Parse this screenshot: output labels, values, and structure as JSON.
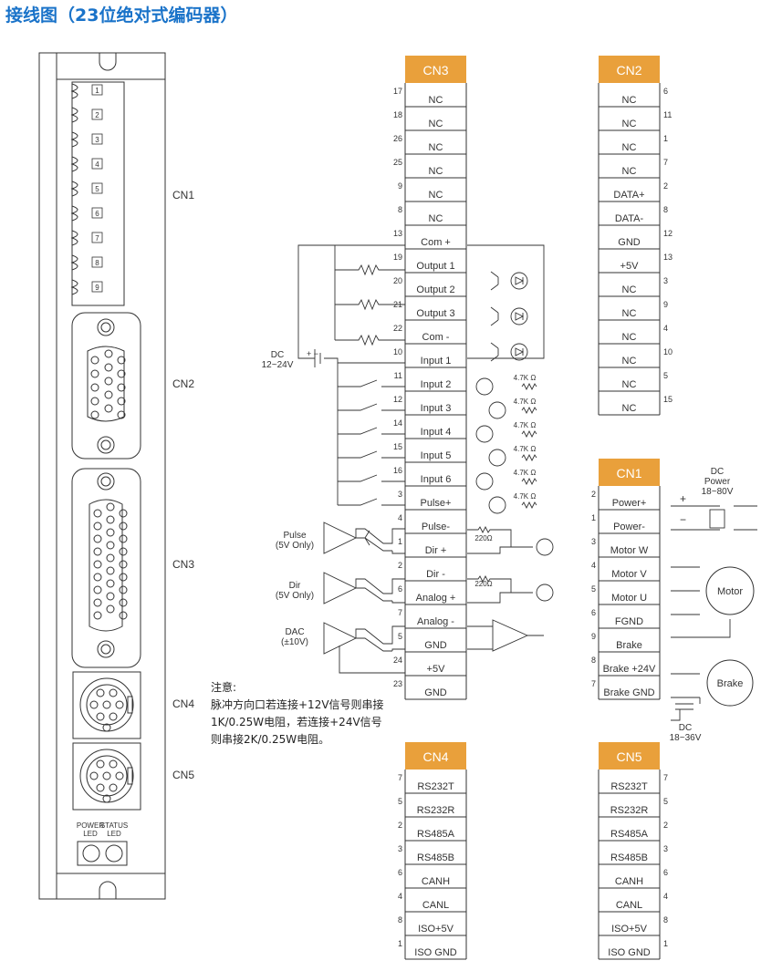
{
  "title": "接线图（23位绝对式编码器）",
  "colors": {
    "header": "#e9a03b",
    "line": "#333333",
    "title": "#1a73c9"
  },
  "device": {
    "terminal_numbers": [
      "1",
      "2",
      "3",
      "4",
      "5",
      "6",
      "7",
      "8",
      "9"
    ],
    "connector_labels": [
      "CN1",
      "CN2",
      "CN3",
      "CN4",
      "CN5"
    ],
    "led_labels": [
      "POWER\nLED",
      "STATUS\nLED"
    ]
  },
  "cn3": {
    "header": "CN3",
    "rows": [
      {
        "num": "17",
        "label": "NC"
      },
      {
        "num": "18",
        "label": "NC"
      },
      {
        "num": "26",
        "label": "NC"
      },
      {
        "num": "25",
        "label": "NC"
      },
      {
        "num": "9",
        "label": "NC"
      },
      {
        "num": "8",
        "label": "NC"
      },
      {
        "num": "13",
        "label": "Com +"
      },
      {
        "num": "19",
        "label": "Output  1"
      },
      {
        "num": "20",
        "label": "Output  2"
      },
      {
        "num": "21",
        "label": "Output  3"
      },
      {
        "num": "22",
        "label": "Com -"
      },
      {
        "num": "10",
        "label": "Input  1"
      },
      {
        "num": "11",
        "label": "Input  2"
      },
      {
        "num": "12",
        "label": "Input  3"
      },
      {
        "num": "14",
        "label": "Input  4"
      },
      {
        "num": "15",
        "label": "Input  5"
      },
      {
        "num": "16",
        "label": "Input  6"
      },
      {
        "num": "3",
        "label": "Pulse+"
      },
      {
        "num": "4",
        "label": "Pulse-"
      },
      {
        "num": "1",
        "label": "Dir  +"
      },
      {
        "num": "2",
        "label": "Dir  -"
      },
      {
        "num": "6",
        "label": "Analog +"
      },
      {
        "num": "7",
        "label": "Analog -"
      },
      {
        "num": "5",
        "label": "GND"
      },
      {
        "num": "24",
        "label": "+5V"
      },
      {
        "num": "23",
        "label": "GND"
      }
    ]
  },
  "cn2": {
    "header": "CN2",
    "rows": [
      {
        "num": "6",
        "label": "NC"
      },
      {
        "num": "11",
        "label": "NC"
      },
      {
        "num": "1",
        "label": "NC"
      },
      {
        "num": "7",
        "label": "NC"
      },
      {
        "num": "2",
        "label": "DATA+"
      },
      {
        "num": "8",
        "label": "DATA-"
      },
      {
        "num": "12",
        "label": "GND"
      },
      {
        "num": "13",
        "label": "+5V"
      },
      {
        "num": "3",
        "label": "NC"
      },
      {
        "num": "9",
        "label": "NC"
      },
      {
        "num": "4",
        "label": "NC"
      },
      {
        "num": "10",
        "label": "NC"
      },
      {
        "num": "5",
        "label": "NC"
      },
      {
        "num": "15",
        "label": "NC"
      }
    ]
  },
  "cn1": {
    "header": "CN1",
    "rows": [
      {
        "num": "2",
        "label": "Power+"
      },
      {
        "num": "1",
        "label": "Power-"
      },
      {
        "num": "3",
        "label": "Motor W"
      },
      {
        "num": "4",
        "label": "Motor V"
      },
      {
        "num": "5",
        "label": "Motor U"
      },
      {
        "num": "6",
        "label": "FGND"
      },
      {
        "num": "9",
        "label": "Brake"
      },
      {
        "num": "8",
        "label": "Brake +24V"
      },
      {
        "num": "7",
        "label": "Brake GND"
      }
    ]
  },
  "cn4": {
    "header": "CN4",
    "rows": [
      {
        "num": "7",
        "label": "RS232T"
      },
      {
        "num": "5",
        "label": "RS232R"
      },
      {
        "num": "2",
        "label": "RS485A"
      },
      {
        "num": "3",
        "label": "RS485B"
      },
      {
        "num": "6",
        "label": "CANH"
      },
      {
        "num": "4",
        "label": "CANL"
      },
      {
        "num": "8",
        "label": "ISO+5V"
      },
      {
        "num": "1",
        "label": "ISO GND"
      }
    ]
  },
  "cn5": {
    "header": "CN5",
    "rows": [
      {
        "num": "7",
        "label": "RS232T"
      },
      {
        "num": "5",
        "label": "RS232R"
      },
      {
        "num": "2",
        "label": "RS485A"
      },
      {
        "num": "3",
        "label": "RS485B"
      },
      {
        "num": "6",
        "label": "CANH"
      },
      {
        "num": "4",
        "label": "CANL"
      },
      {
        "num": "8",
        "label": "ISO+5V"
      },
      {
        "num": "1",
        "label": "ISO GND"
      }
    ]
  },
  "labels": {
    "dc_in": "DC\n12~24V",
    "pulse": "Pulse\n(5V Only)",
    "dir": "Dir\n(5V Only)",
    "dac": "DAC\n(±10V)",
    "resistor_4k7": "4.7K Ω",
    "resistor_220": "220Ω",
    "dc_power": "DC\nPower\n18~80V",
    "motor": "Motor",
    "brake": "Brake",
    "dc_brake": "DC\n18~36V"
  },
  "note": {
    "heading": "注意:",
    "lines": [
      "脉冲方向口若连接+12V信号则串接",
      "1K/0.25W电阻，若连接+24V信号",
      "则串接2K/0.25W电阻。"
    ]
  }
}
